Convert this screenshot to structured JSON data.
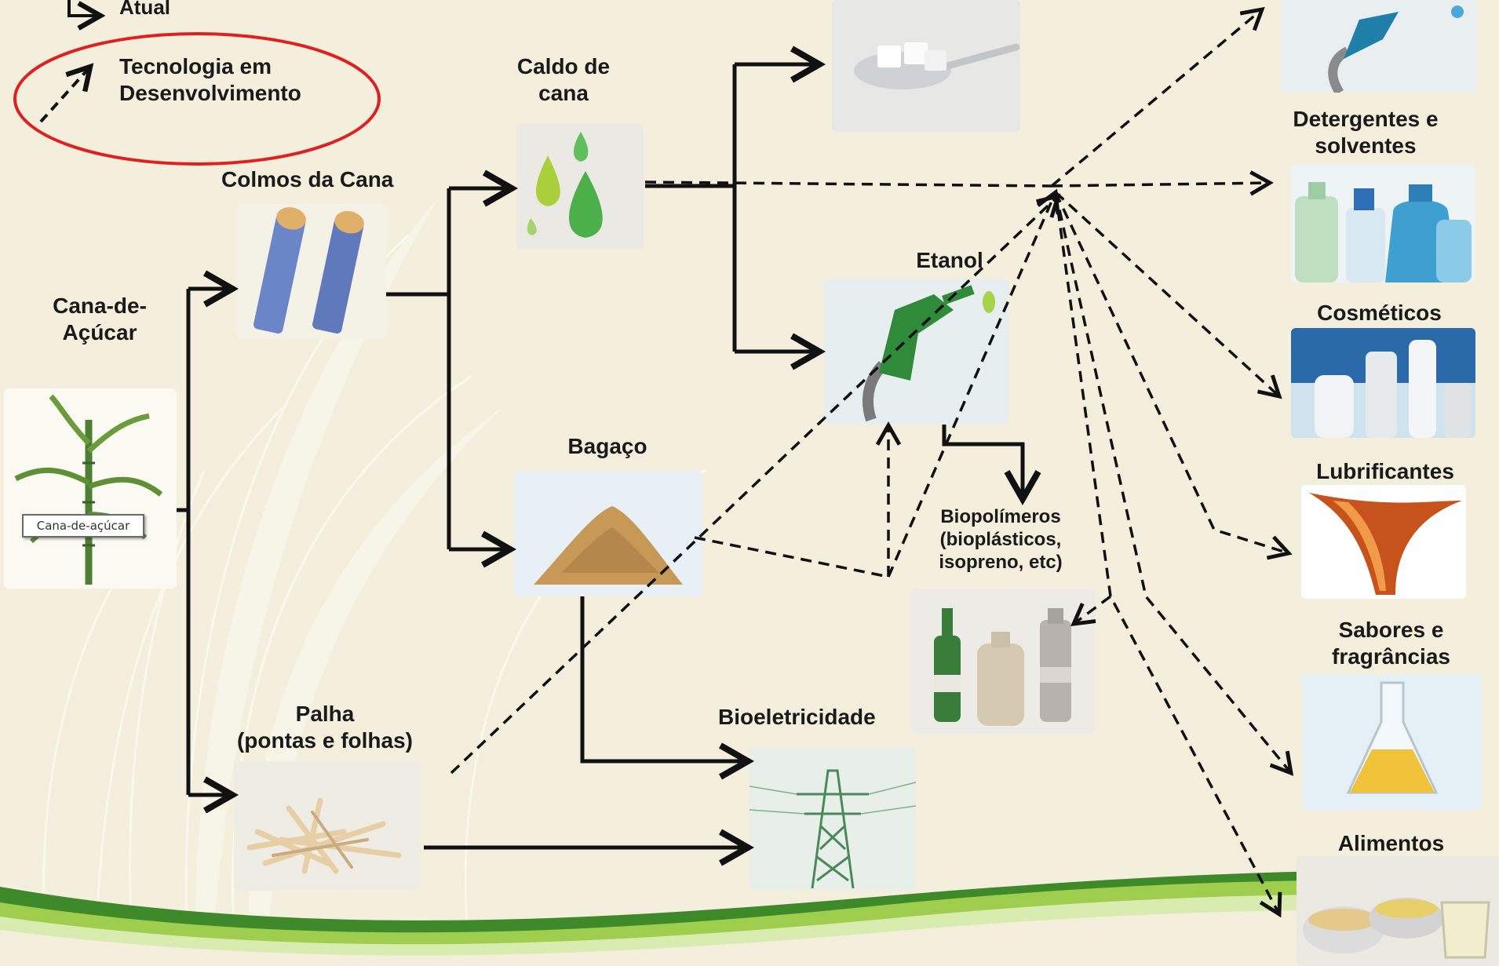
{
  "legend": {
    "current_label": "Atual",
    "developing_label_1": "Tecnologia em",
    "developing_label_2": "Desenvolvimento"
  },
  "nodes": {
    "source_1": "Cana-de-",
    "source_2": "Açúcar",
    "source_tag": "Cana-de-açúcar",
    "stalks": "Colmos da Cana",
    "juice_1": "Caldo de",
    "juice_2": "cana",
    "bagasse": "Bagaço",
    "straw_1": "Palha",
    "straw_2": "(pontas e folhas)",
    "ethanol": "Etanol",
    "biopolymers_1": "Biopolímeros",
    "biopolymers_2": "(bioplásticos,",
    "biopolymers_3": "isopreno, etc)",
    "bioelectricity": "Bioeletricidade",
    "detergents_1": "Detergentes e",
    "detergents_2": "solventes",
    "cosmetics": "Cosméticos",
    "lubricants": "Lubrificantes",
    "flavors_1": "Sabores e",
    "flavors_2": "fragrâncias",
    "foods": "Alimentos"
  },
  "icons": [
    "sugarcane-icon",
    "cane-stalks-icon",
    "juice-drops-icon",
    "sugar-spoon-icon",
    "fuel-nozzle-icon",
    "bagasse-pile-icon",
    "bottles-icon",
    "straw-pile-icon",
    "power-tower-icon",
    "fuel-pump-icon",
    "detergent-bottles-icon",
    "cosmetic-bottles-icon",
    "oil-pour-icon",
    "flask-icon",
    "food-bowls-icon"
  ],
  "colors": {
    "background": "#f3efdc",
    "legend_circle": "#e02020",
    "arrows": "#111111",
    "swoosh_dark": "#3e8a2a",
    "swoosh_light": "#9fce4e"
  }
}
